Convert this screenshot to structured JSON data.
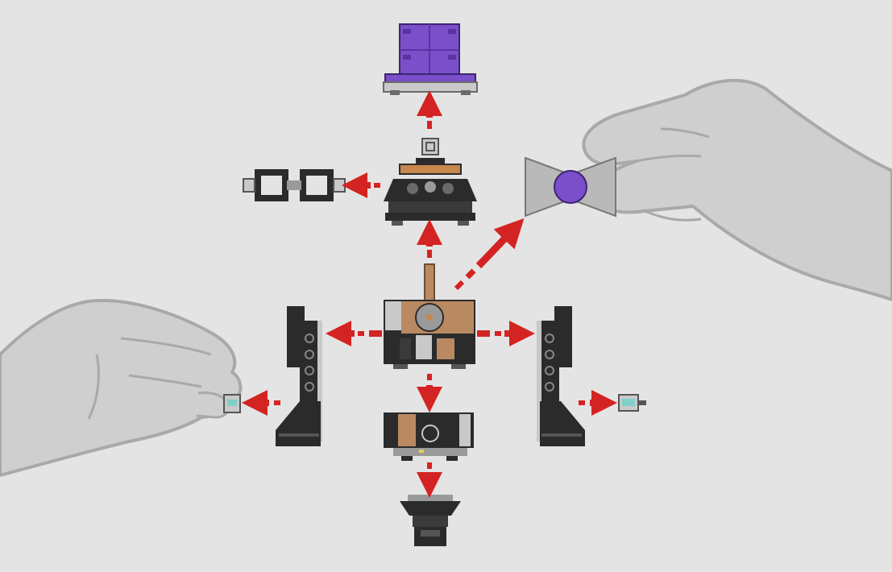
{
  "diagram": {
    "description_free": true,
    "colors": {
      "background": "#e4e4e4",
      "brick_dark": "#2b2b2b",
      "brick_mid": "#3a3a3a",
      "stud_gray": "#9a9a9a",
      "light_gray": "#c9c9c9",
      "tan": "#b98a62",
      "orange": "#c7874d",
      "purple": "#7b4fc9",
      "purple_dark": "#5a33a3",
      "arrow_red": "#d42323",
      "hand_fill": "#cfcfcf",
      "hand_stroke": "#a9a9a9",
      "clip_teal": "#7fd0c9"
    },
    "parts": [
      {
        "name": "purple-drum",
        "icon": "purple-cylinder-brick"
      },
      {
        "name": "small-stud-cap",
        "icon": "square-stud-brick"
      },
      {
        "name": "upper-body",
        "icon": "sloped-dark-brick-assembly"
      },
      {
        "name": "twin-frames",
        "icon": "square-frame-pair"
      },
      {
        "name": "bow-tie-piece",
        "icon": "bow-tie-with-purple-disc"
      },
      {
        "name": "core-assembly",
        "icon": "core-brick-with-axle"
      },
      {
        "name": "left-leg",
        "icon": "tall-dark-leg-brick"
      },
      {
        "name": "right-leg",
        "icon": "tall-dark-leg-brick"
      },
      {
        "name": "left-clip",
        "icon": "teal-clip-brick"
      },
      {
        "name": "right-clip",
        "icon": "teal-clip-brick"
      },
      {
        "name": "lower-body",
        "icon": "flat-dark-tan-brick"
      },
      {
        "name": "base-foot",
        "icon": "dark-foot-brick"
      }
    ],
    "arrows": [
      {
        "name": "arrow-up-to-drum",
        "direction": "up"
      },
      {
        "name": "arrow-up-to-body",
        "direction": "up"
      },
      {
        "name": "arrow-left-to-frames",
        "direction": "left"
      },
      {
        "name": "arrow-diagonal-to-bowtie",
        "direction": "up-right"
      },
      {
        "name": "arrow-left-to-leg",
        "direction": "left"
      },
      {
        "name": "arrow-right-to-leg",
        "direction": "right"
      },
      {
        "name": "arrow-left-to-clip",
        "direction": "left"
      },
      {
        "name": "arrow-right-to-clip",
        "direction": "right"
      },
      {
        "name": "arrow-down-to-lower",
        "direction": "down"
      },
      {
        "name": "arrow-down-to-foot",
        "direction": "down"
      }
    ],
    "hands": [
      {
        "name": "left-hand",
        "icon": "hand-pinching"
      },
      {
        "name": "right-hand",
        "icon": "hand-pinching"
      }
    ]
  }
}
